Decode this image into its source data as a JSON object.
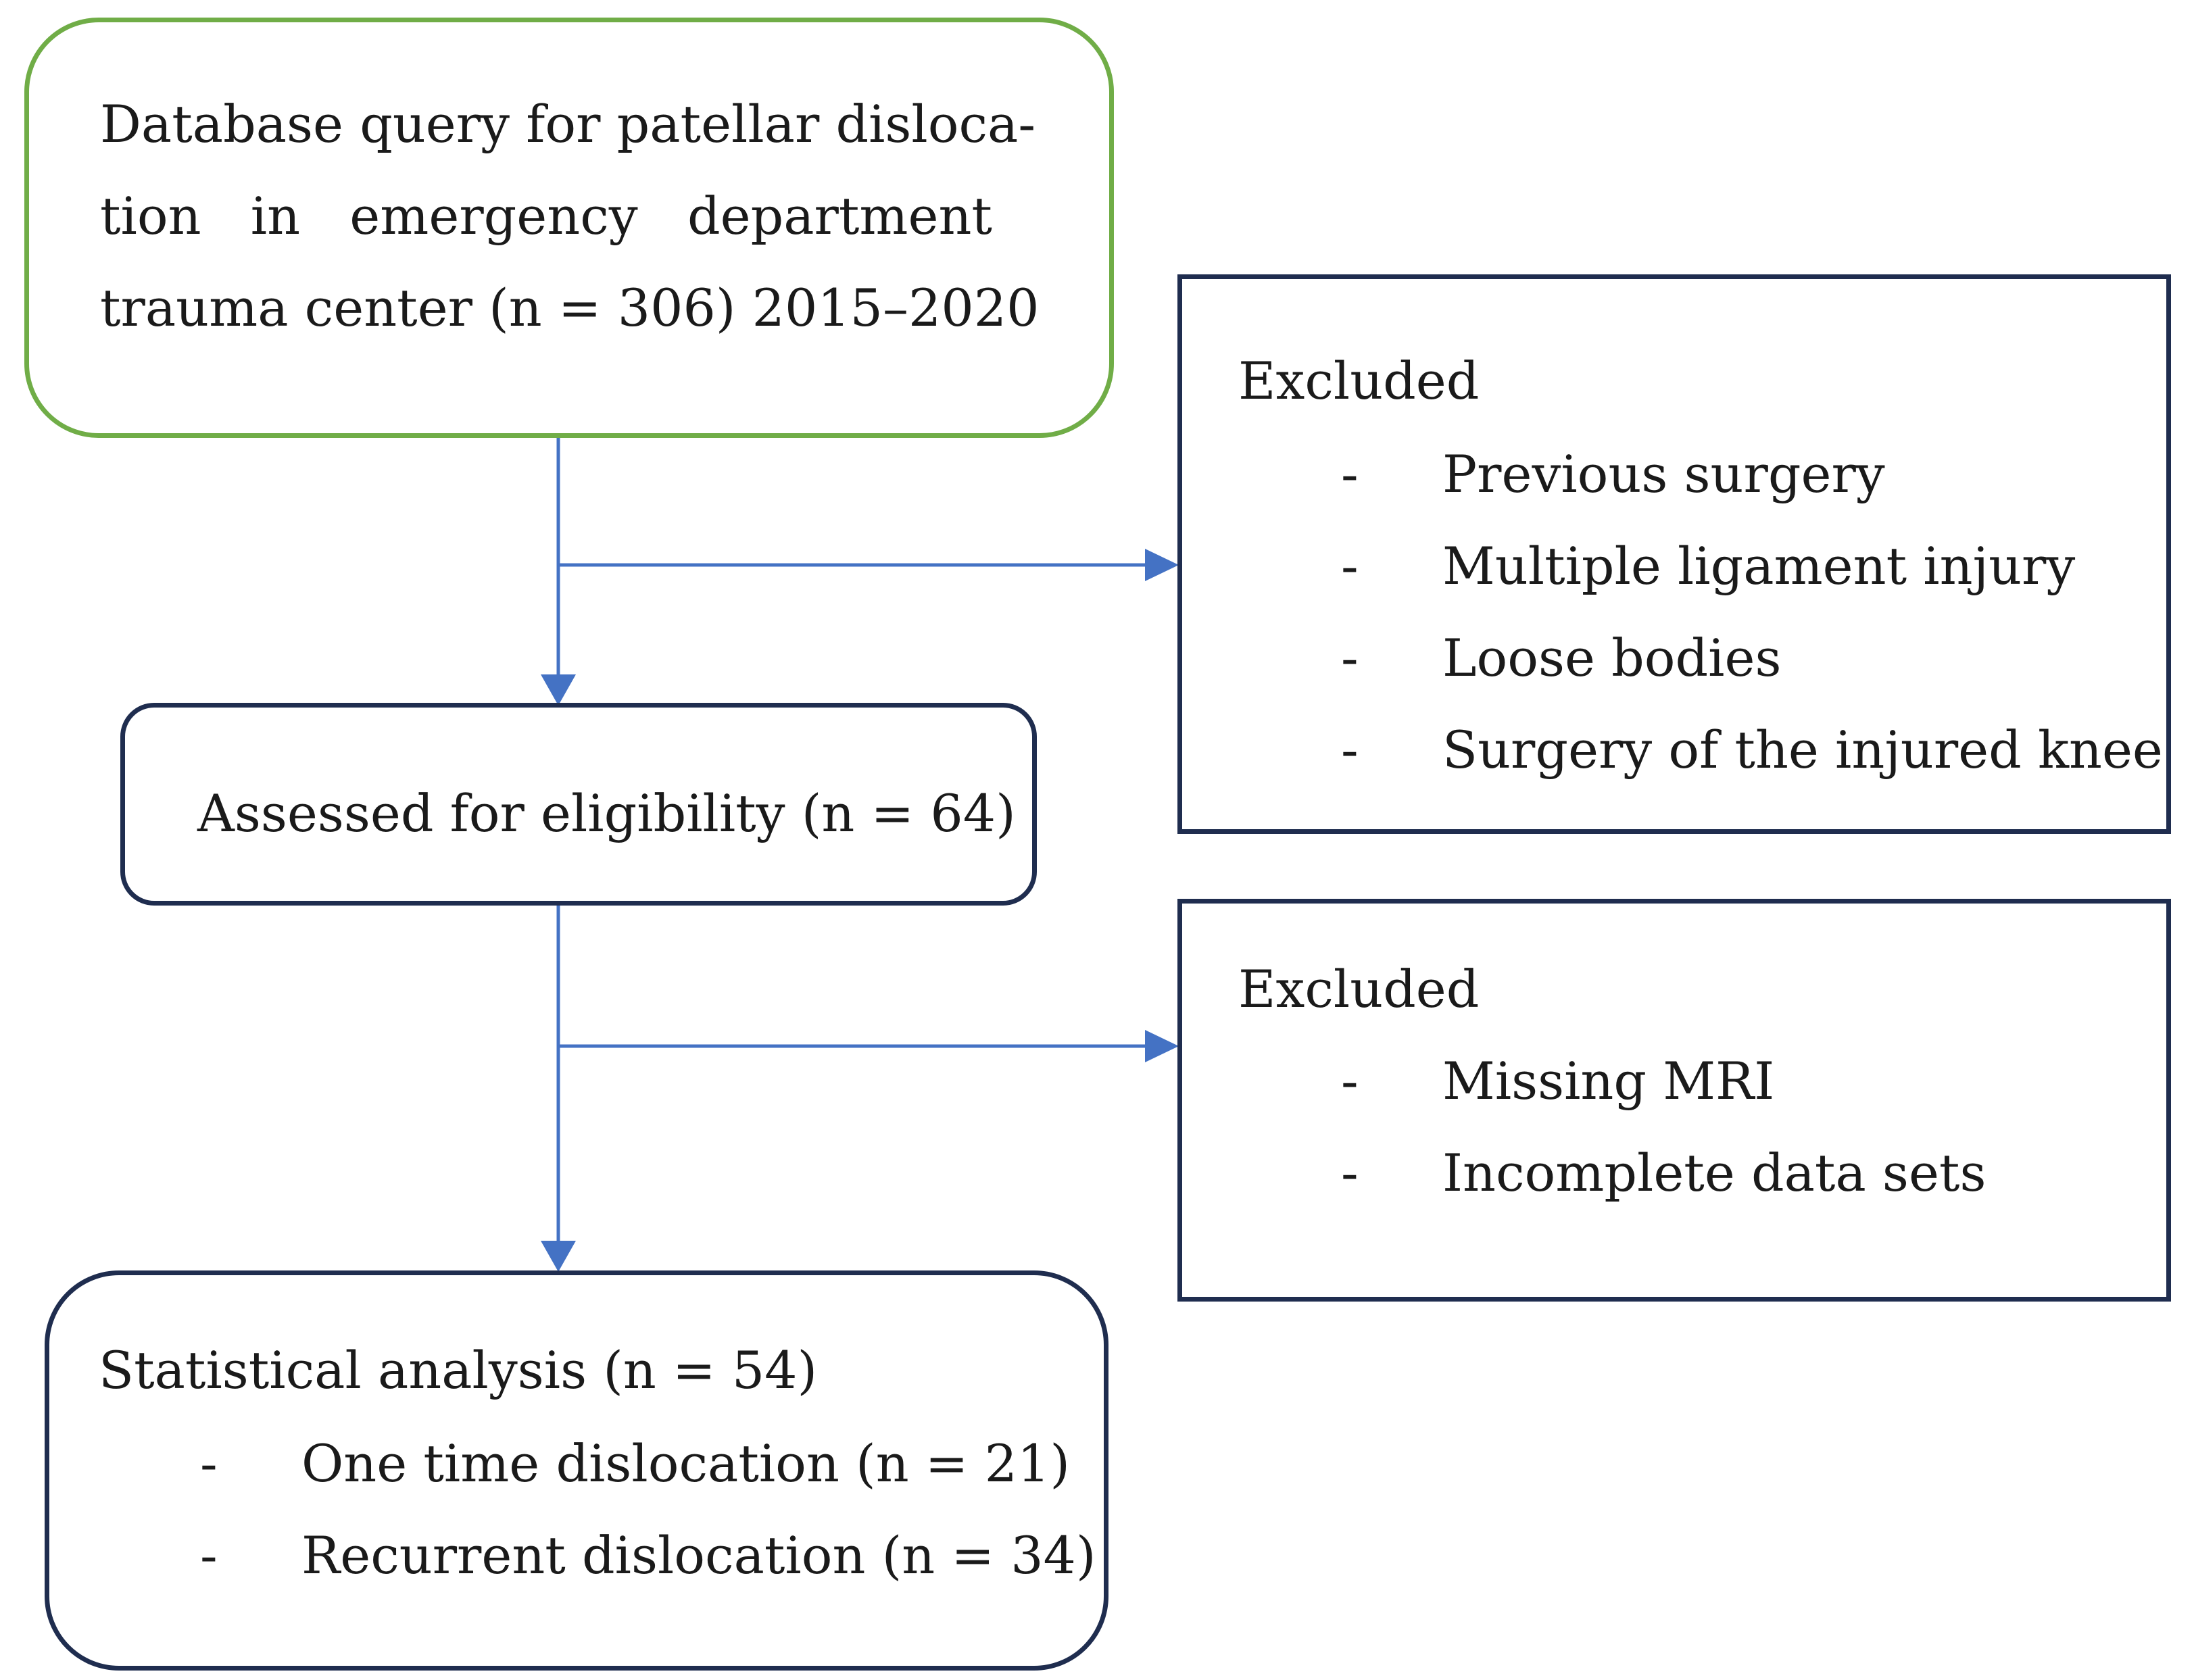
{
  "top_box": {
    "line1": "Database query for patellar disloca-",
    "line2_words": [
      "tion",
      "in",
      "emergency",
      "department"
    ],
    "line3": "trauma center (n = 306) 2015–2020"
  },
  "eligibility_box": {
    "text": "Assessed for eligibility (n = 64)"
  },
  "excluded_box_1": {
    "title": "Excluded",
    "items": [
      {
        "bullet": "-",
        "text": "Previous surgery"
      },
      {
        "bullet": "-",
        "text": "Multiple ligament injury"
      },
      {
        "bullet": "-",
        "text": "Loose bodies"
      },
      {
        "bullet": "-",
        "text": "Surgery of the injured knee"
      }
    ]
  },
  "excluded_box_2": {
    "title": "Excluded",
    "items": [
      {
        "bullet": "-",
        "text": "Missing MRI"
      },
      {
        "bullet": "-",
        "text": "Incomplete data sets"
      }
    ]
  },
  "statistics_box": {
    "title": "Statistical analysis (n = 54)",
    "items": [
      {
        "bullet": "-",
        "text": "One time dislocation (n = 21)"
      },
      {
        "bullet": "-",
        "text": "Recurrent dislocation (n = 34)"
      }
    ]
  },
  "colors": {
    "top_box_border": "#70ad47",
    "box_border": "#1f2d4f",
    "arrow": "#4472c4"
  }
}
